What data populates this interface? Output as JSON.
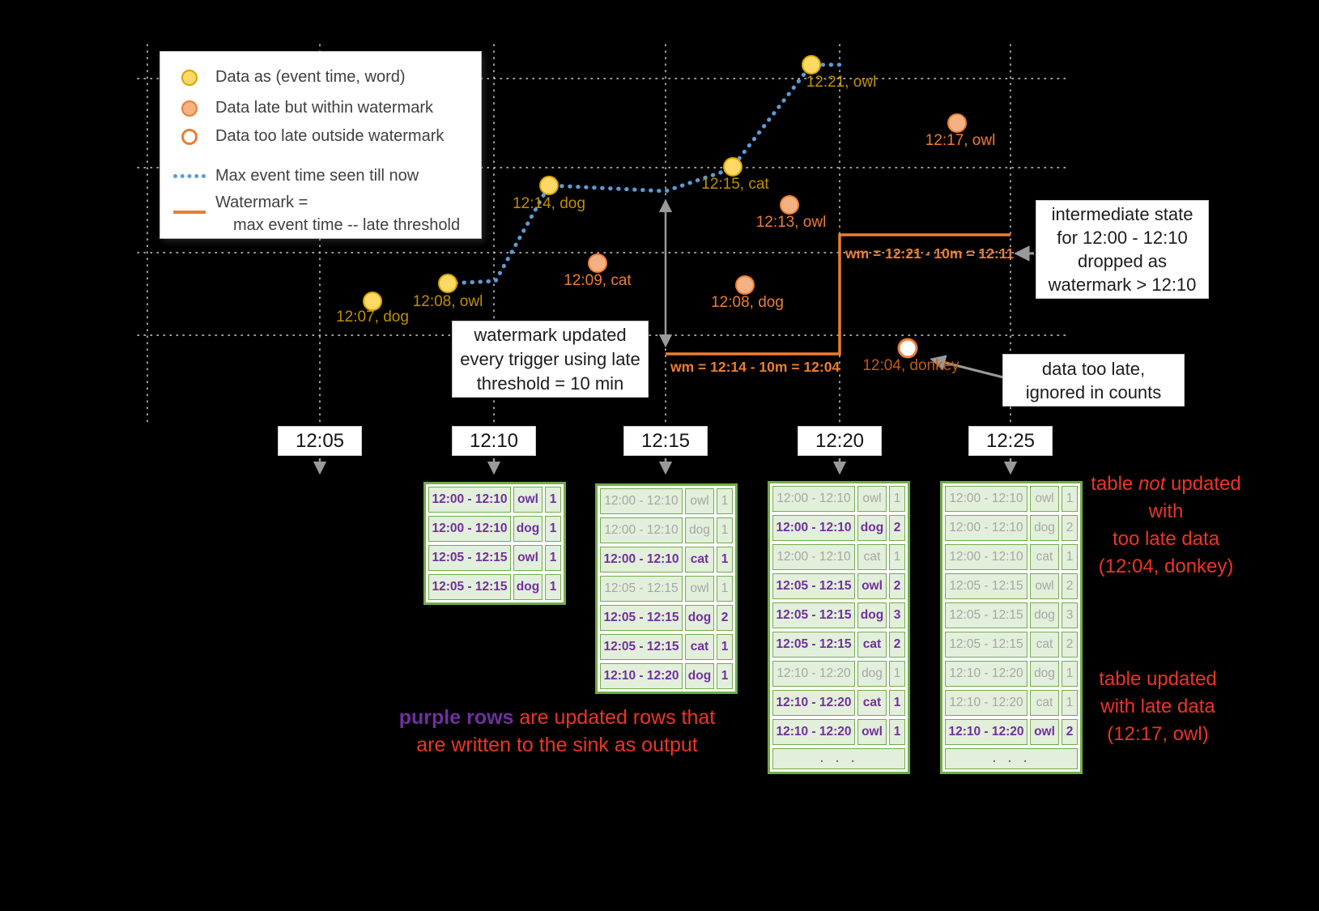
{
  "legend": {
    "items": [
      {
        "label": "Data as (event time, word)",
        "kind": "on-time-dot"
      },
      {
        "label": "Data late but within watermark",
        "kind": "late-dot"
      },
      {
        "label": "Data too late outside watermark",
        "kind": "too-late-dot"
      },
      {
        "label": "Max event time seen till now",
        "kind": "blue-dotted-line"
      },
      {
        "label": "Watermark =",
        "sublabel": "max event time -- late threshold",
        "kind": "orange-line"
      }
    ]
  },
  "points": [
    {
      "label": "12:07, dog",
      "kind": "on-time"
    },
    {
      "label": "12:08, owl",
      "kind": "on-time"
    },
    {
      "label": "12:14, dog",
      "kind": "on-time"
    },
    {
      "label": "12:15, cat",
      "kind": "on-time"
    },
    {
      "label": "12:21, owl",
      "kind": "on-time"
    },
    {
      "label": "12:09, cat",
      "kind": "late"
    },
    {
      "label": "12:13, owl",
      "kind": "late"
    },
    {
      "label": "12:08, dog",
      "kind": "late"
    },
    {
      "label": "12:17, owl",
      "kind": "late"
    },
    {
      "label": "12:04, donkey",
      "kind": "too-late"
    }
  ],
  "watermarks": {
    "wm1": "wm = 12:14 - 10m = 12:04",
    "wm2": "wm = 12:21 - 10m = 12:11"
  },
  "callouts": {
    "watermark_update": "watermark updated\nevery trigger using late\nthreshold = 10 min",
    "intermediate_state": "intermediate state\nfor 12:00 - 12:10\ndropped as\nwatermark > 12:10",
    "too_late": "data too late,\nignored in counts"
  },
  "axis_ticks": [
    "12:05",
    "12:10",
    "12:15",
    "12:20",
    "12:25"
  ],
  "tables": [
    {
      "trigger": "12:10",
      "ellipsis": false,
      "rows": [
        {
          "window": "12:00 - 12:10",
          "word": "owl",
          "count": "1",
          "updated": true
        },
        {
          "window": "12:00 - 12:10",
          "word": "dog",
          "count": "1",
          "updated": true
        },
        {
          "window": "12:05 - 12:15",
          "word": "owl",
          "count": "1",
          "updated": true
        },
        {
          "window": "12:05 - 12:15",
          "word": "dog",
          "count": "1",
          "updated": true
        }
      ]
    },
    {
      "trigger": "12:15",
      "ellipsis": false,
      "rows": [
        {
          "window": "12:00 - 12:10",
          "word": "owl",
          "count": "1",
          "updated": false
        },
        {
          "window": "12:00 - 12:10",
          "word": "dog",
          "count": "1",
          "updated": false
        },
        {
          "window": "12:00 - 12:10",
          "word": "cat",
          "count": "1",
          "updated": true
        },
        {
          "window": "12:05 - 12:15",
          "word": "owl",
          "count": "1",
          "updated": false
        },
        {
          "window": "12:05 - 12:15",
          "word": "dog",
          "count": "2",
          "updated": true
        },
        {
          "window": "12:05 - 12:15",
          "word": "cat",
          "count": "1",
          "updated": true
        },
        {
          "window": "12:10 - 12:20",
          "word": "dog",
          "count": "1",
          "updated": true
        }
      ]
    },
    {
      "trigger": "12:20",
      "ellipsis": true,
      "rows": [
        {
          "window": "12:00 - 12:10",
          "word": "owl",
          "count": "1",
          "updated": false
        },
        {
          "window": "12:00 - 12:10",
          "word": "dog",
          "count": "2",
          "updated": true
        },
        {
          "window": "12:00 - 12:10",
          "word": "cat",
          "count": "1",
          "updated": false
        },
        {
          "window": "12:05 - 12:15",
          "word": "owl",
          "count": "2",
          "updated": true
        },
        {
          "window": "12:05 - 12:15",
          "word": "dog",
          "count": "3",
          "updated": true
        },
        {
          "window": "12:05 - 12:15",
          "word": "cat",
          "count": "2",
          "updated": true
        },
        {
          "window": "12:10 - 12:20",
          "word": "dog",
          "count": "1",
          "updated": false
        },
        {
          "window": "12:10 - 12:20",
          "word": "cat",
          "count": "1",
          "updated": true
        },
        {
          "window": "12:10 - 12:20",
          "word": "owl",
          "count": "1",
          "updated": true
        }
      ]
    },
    {
      "trigger": "12:25",
      "ellipsis": true,
      "rows": [
        {
          "window": "12:00 - 12:10",
          "word": "owl",
          "count": "1",
          "updated": false
        },
        {
          "window": "12:00 - 12:10",
          "word": "dog",
          "count": "2",
          "updated": false
        },
        {
          "window": "12:00 - 12:10",
          "word": "cat",
          "count": "1",
          "updated": false
        },
        {
          "window": "12:05 - 12:15",
          "word": "owl",
          "count": "2",
          "updated": false
        },
        {
          "window": "12:05 - 12:15",
          "word": "dog",
          "count": "3",
          "updated": false
        },
        {
          "window": "12:05 - 12:15",
          "word": "cat",
          "count": "2",
          "updated": false
        },
        {
          "window": "12:10 - 12:20",
          "word": "dog",
          "count": "1",
          "updated": false
        },
        {
          "window": "12:10 - 12:20",
          "word": "cat",
          "count": "1",
          "updated": false
        },
        {
          "window": "12:10 - 12:20",
          "word": "owl",
          "count": "2",
          "updated": true
        }
      ]
    }
  ],
  "notes": {
    "not_updated": {
      "pre": "table ",
      "em": "not",
      "post": " updated with\ntoo late data\n(12:04, donkey)"
    },
    "updated_late": "table updated\nwith late data\n(12:17, owl)",
    "purple_rows": {
      "purple": "purple rows",
      "rest": " are updated rows that\nare written to the sink as output"
    }
  },
  "colors": {
    "on_time_fill": "#FFD966",
    "on_time_text": "#BF9000",
    "late_fill": "#F4B183",
    "late_text": "#ED7D31",
    "max_event_line": "#5B9BD5",
    "watermark_line": "#ED7D31",
    "table_border": "#70AD47",
    "table_fill": "#E2EFDA",
    "updated_text": "#7030A0",
    "stale_text": "#A6A6A6",
    "note_red": "#EE3524"
  }
}
